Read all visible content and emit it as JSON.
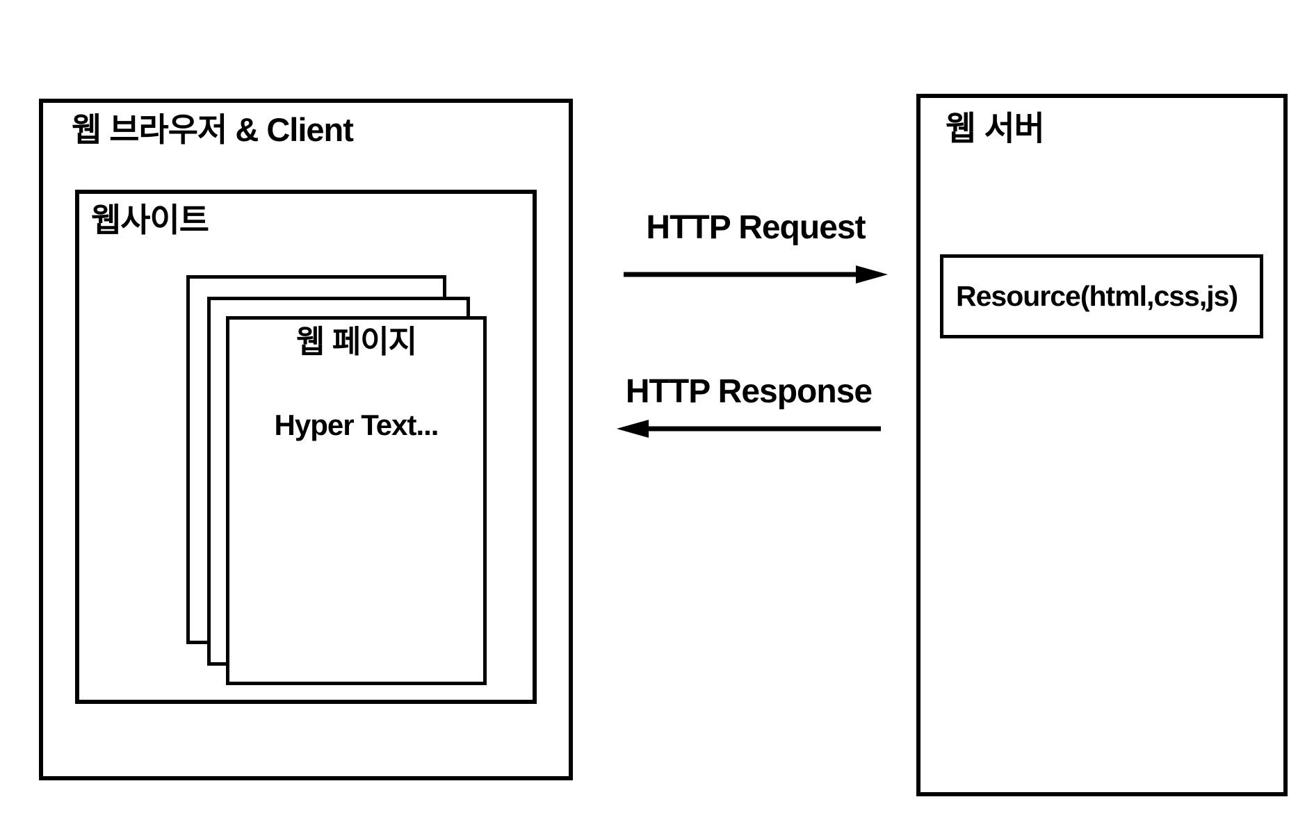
{
  "client": {
    "title": "웹 브라우저 & Client",
    "website": {
      "title": "웹사이트",
      "page": {
        "title": "웹 페이지",
        "content": "Hyper Text..."
      }
    }
  },
  "server": {
    "title": "웹 서버",
    "resource": {
      "label": "Resource(html,css,js)"
    }
  },
  "arrows": {
    "request": {
      "label": "HTTP Request",
      "direction": "right"
    },
    "response": {
      "label": "HTTP Response",
      "direction": "left"
    }
  },
  "colors": {
    "line": "#000000",
    "background": "#ffffff"
  }
}
